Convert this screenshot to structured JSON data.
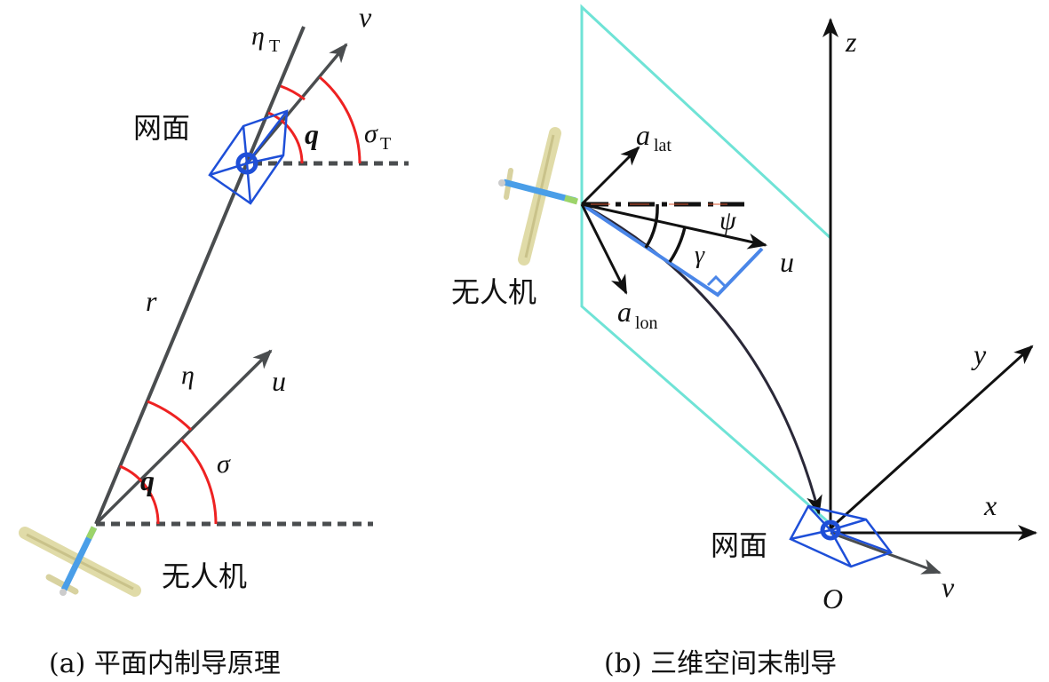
{
  "panel_a": {
    "caption": "(a) 平面内制导原理",
    "net_label": "网面",
    "uav_label": "无人机",
    "symbols": {
      "eta_T": "η",
      "eta_T_sub": "T",
      "v": "v",
      "q_top": "q",
      "sigma_T": "σ",
      "sigma_T_sub": "T",
      "r": "r",
      "eta": "η",
      "u": "u",
      "q_bottom": "q",
      "sigma": "σ"
    }
  },
  "panel_b": {
    "caption": "(b) 三维空间末制导",
    "net_label": "网面",
    "uav_label": "无人机",
    "symbols": {
      "z": "z",
      "y": "y",
      "x": "x",
      "v": "v",
      "O": "O",
      "a_lat": "a",
      "a_lat_sub": "lat",
      "a_lon": "a",
      "a_lon_sub": "lon",
      "psi": "ψ",
      "gamma": "γ",
      "u": "u"
    }
  },
  "colors": {
    "line": "#4a4d4f",
    "angle_arc": "#ee2222",
    "net": "#1e4fd8",
    "plane": "#6fe3d6",
    "projection": "#4a86e8"
  }
}
